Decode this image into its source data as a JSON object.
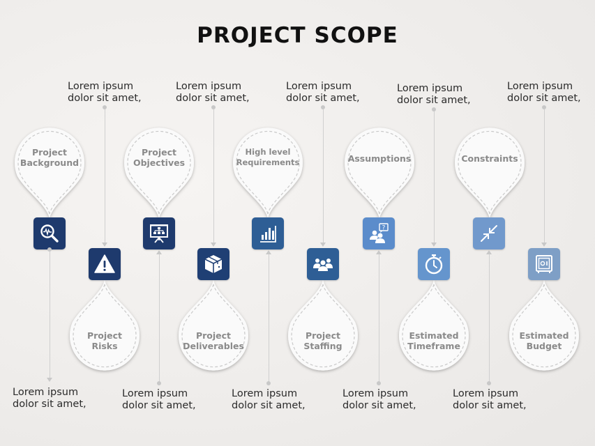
{
  "title": "PROJECT SCOPE",
  "colors": {
    "navy": "#1e3a6d",
    "mid_blue": "#2e5e95",
    "light_blue": "#5b8ccb",
    "pale_blue": "#7199cc"
  },
  "items": [
    {
      "label_line1": "Project",
      "label_line2": "Background",
      "icon": "search-analytics-icon",
      "note_line1": "Lorem ipsum",
      "note_line2": "dolor sit amet,",
      "color": "#1e3a6d",
      "position": "top"
    },
    {
      "label_line1": "Project",
      "label_line2": "Risks",
      "icon": "warning-icon",
      "note_line1": "Lorem ipsum",
      "note_line2": "dolor sit amet,",
      "color": "#1e3a6d",
      "position": "bottom"
    },
    {
      "label_line1": "Project",
      "label_line2": "Objectives",
      "icon": "presentation-board-icon",
      "note_line1": "Lorem ipsum",
      "note_line2": "dolor sit amet,",
      "color": "#1e3a6d",
      "position": "top"
    },
    {
      "label_line1": "Project",
      "label_line2": "Deliverables",
      "icon": "package-box-icon",
      "note_line1": "Lorem ipsum",
      "note_line2": "dolor sit amet,",
      "color": "#1f3f74",
      "position": "bottom"
    },
    {
      "label_line1": "High level",
      "label_line2": "Requirements",
      "icon": "bar-chart-icon",
      "note_line1": "Lorem ipsum",
      "note_line2": "dolor sit amet,",
      "color": "#2e5e95",
      "position": "top"
    },
    {
      "label_line1": "Project",
      "label_line2": "Staffing",
      "icon": "team-icon",
      "note_line1": "Lorem ipsum",
      "note_line2": "dolor sit amet,",
      "color": "#2e5e95",
      "position": "bottom"
    },
    {
      "label_line1": "Assumptions",
      "label_line2": "",
      "icon": "people-question-icon",
      "note_line1": "Lorem ipsum",
      "note_line2": "dolor sit amet,",
      "color": "#5b8ccb",
      "position": "top"
    },
    {
      "label_line1": "Estimated",
      "label_line2": "Timeframe",
      "icon": "stopwatch-icon",
      "note_line1": "Lorem ipsum",
      "note_line2": "dolor sit amet,",
      "color": "#6595cd",
      "position": "bottom"
    },
    {
      "label_line1": "Constraints",
      "label_line2": "",
      "icon": "arrows-inward-icon",
      "note_line1": "Lorem ipsum",
      "note_line2": "dolor sit amet,",
      "color": "#7199cc",
      "position": "top"
    },
    {
      "label_line1": "Estimated",
      "label_line2": "Budget",
      "icon": "safe-icon",
      "note_line1": "Lorem ipsum",
      "note_line2": "dolor sit amet,",
      "color": "#7e9fc6",
      "position": "bottom"
    }
  ]
}
